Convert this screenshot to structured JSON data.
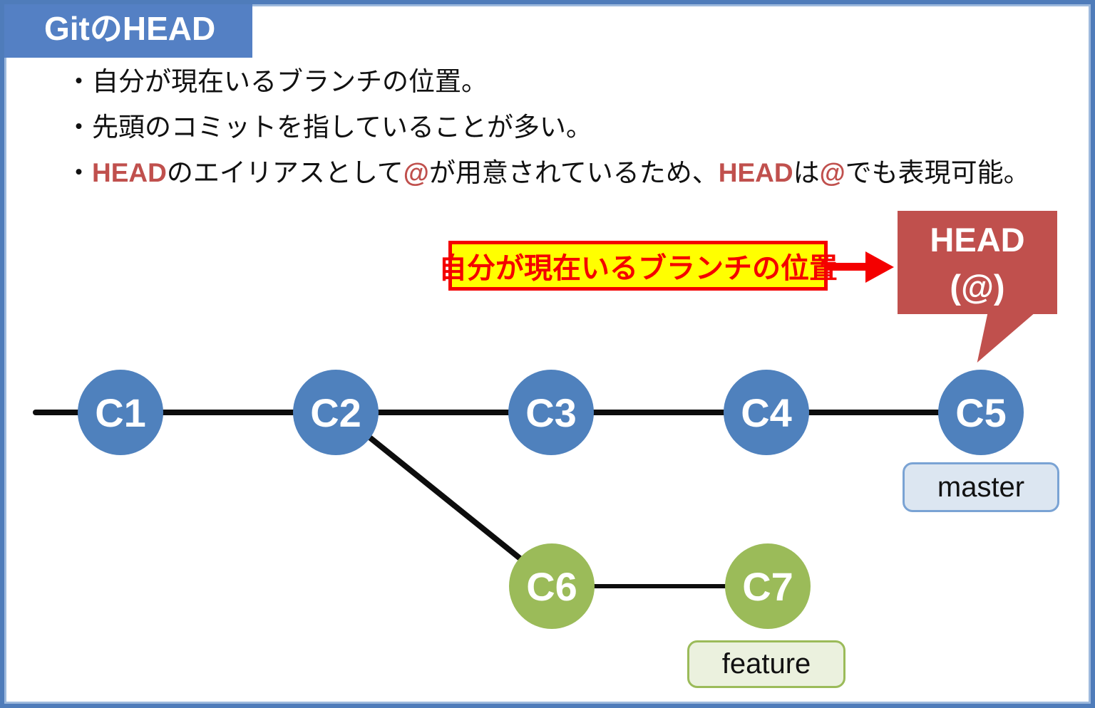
{
  "title": "GitのHEAD",
  "bullets": {
    "b1": "・自分が現在いるブランチの位置。",
    "b2": "・先頭のコミットを指していることが多い。",
    "b3_parts": [
      {
        "text": "・",
        "red": false
      },
      {
        "text": "HEAD",
        "red": true
      },
      {
        "text": "のエイリアスとして",
        "red": false
      },
      {
        "text": "@",
        "red": true
      },
      {
        "text": "が用意されているため、",
        "red": false
      },
      {
        "text": "HEAD",
        "red": true
      },
      {
        "text": "は",
        "red": false
      },
      {
        "text": "@",
        "red": true
      },
      {
        "text": "でも表現可能。",
        "red": false
      }
    ]
  },
  "callout": {
    "label": "自分が現在いるブランチの位置"
  },
  "head_bubble": {
    "line1": "HEAD",
    "line2": "(@)"
  },
  "graph": {
    "commits": [
      {
        "id": "C1",
        "branch": "master"
      },
      {
        "id": "C2",
        "branch": "master"
      },
      {
        "id": "C3",
        "branch": "master"
      },
      {
        "id": "C4",
        "branch": "master"
      },
      {
        "id": "C5",
        "branch": "master"
      },
      {
        "id": "C6",
        "branch": "feature"
      },
      {
        "id": "C7",
        "branch": "feature"
      }
    ],
    "edges": [
      "C1-C2",
      "C2-C3",
      "C3-C4",
      "C4-C5",
      "C2-C6",
      "C6-C7"
    ],
    "branch_labels": {
      "master": "master",
      "feature": "feature"
    },
    "head_points_to": "C5"
  },
  "colors": {
    "header_blue": "#5480c4",
    "border_blue": "#4f7cba",
    "commit_blue": "#4f81bd",
    "commit_green": "#9bbb59",
    "head_bubble_red": "#c0504d",
    "emphasis_text_red": "#c0504d",
    "callout_yellow": "#ffff00",
    "callout_red": "#f40000",
    "master_label_fill": "#dce6f1",
    "feature_label_fill": "#ebf1de",
    "line_black": "#0d0d0d"
  }
}
